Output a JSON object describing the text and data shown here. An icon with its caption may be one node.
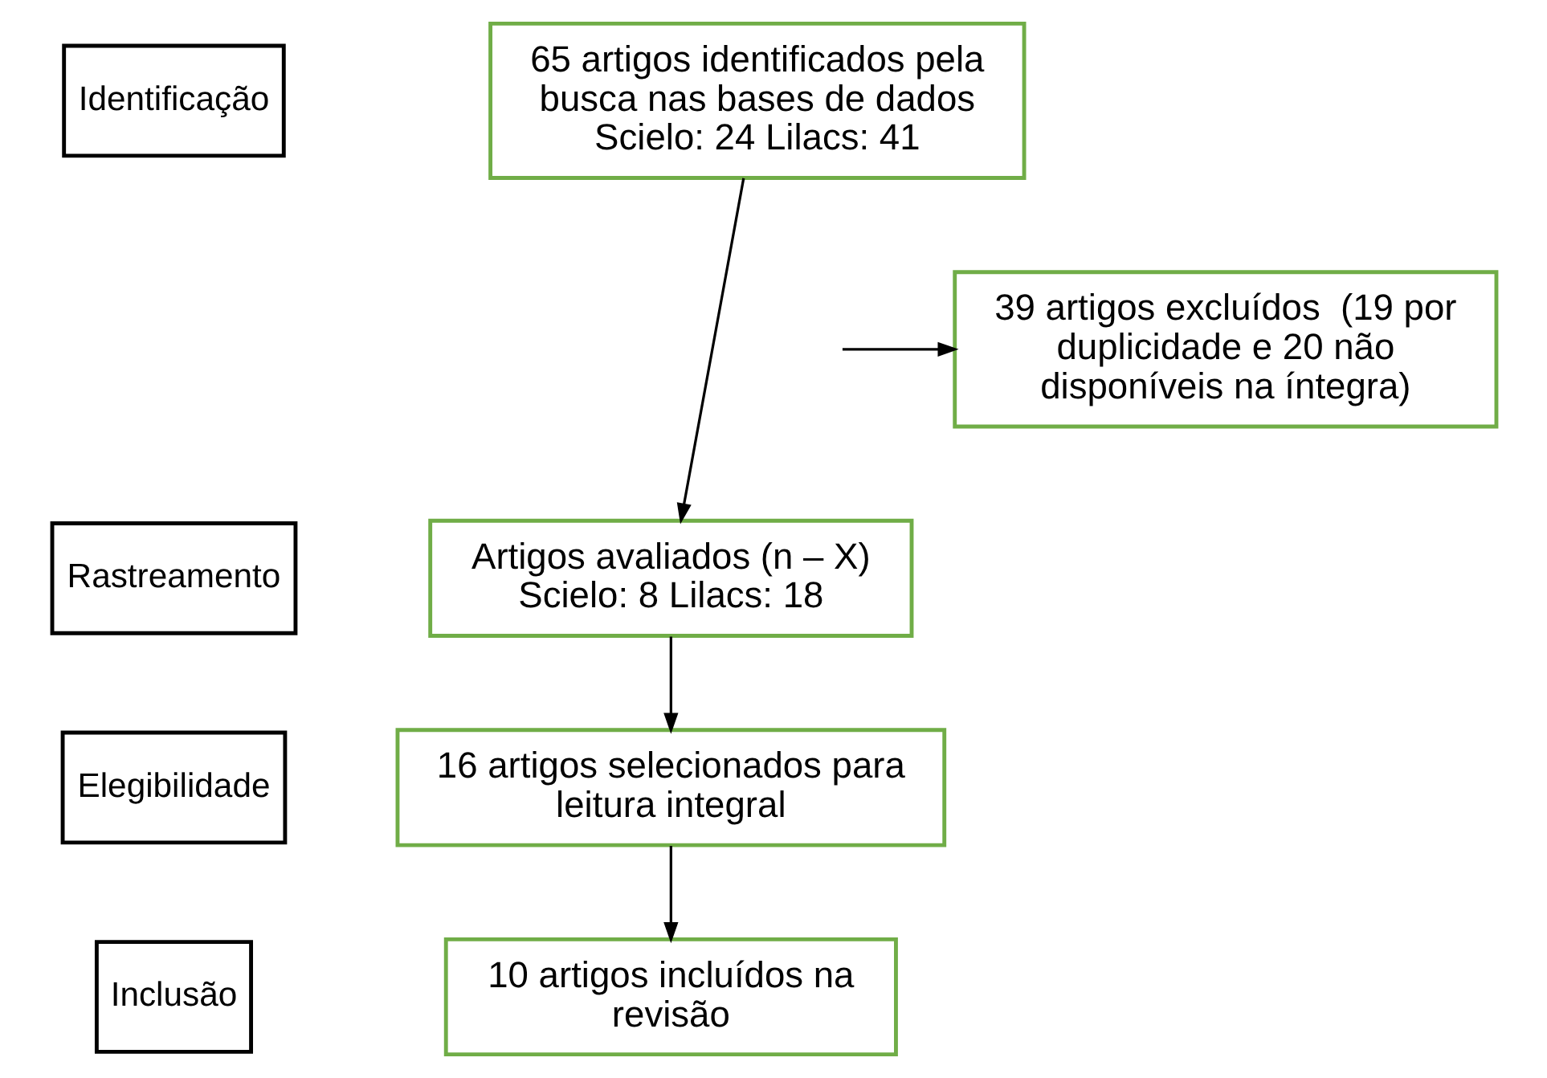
{
  "diagram": {
    "nodes": [
      {
        "text": [
          "Identificação"
        ]
      },
      {
        "text": [
          "65 artigos identificados pela busca nas bases de dados Scielo: 24 Lilacs: 41"
        ]
      },
      {
        "text": [
          "39 artigos excluídos  (19 por duplicidade e 20 não disponíveis na íntegra)"
        ]
      },
      {
        "text": [
          "Rastreamento"
        ]
      },
      {
        "text": [
          "Artigos avaliados (n – X) Scielo: 8 Lilacs: 18"
        ]
      },
      {
        "text": [
          "Elegibilidade"
        ]
      },
      {
        "text": [
          "16 artigos selecionados para leitura integral"
        ]
      },
      {
        "text": [
          "Inclusão"
        ]
      },
      {
        "text": [
          "10 artigos incluídos na revisão"
        ]
      }
    ],
    "edges": [
      {
        "from": 1,
        "to": 4,
        "arrow": "to"
      },
      {
        "from": null,
        "to": 2,
        "arrow": "to"
      },
      {
        "from": 4,
        "to": 6,
        "arrow": "to"
      },
      {
        "from": 6,
        "to": 8,
        "arrow": "to"
      }
    ]
  }
}
